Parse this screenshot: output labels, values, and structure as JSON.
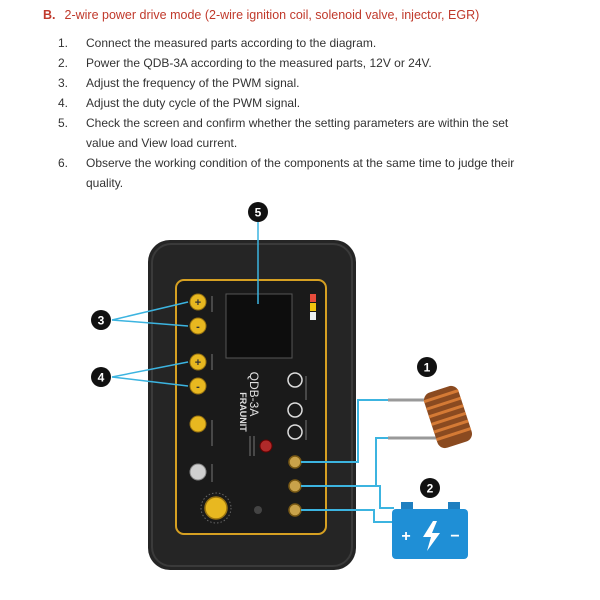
{
  "heading": {
    "letter": "B.",
    "title": "2-wire power drive mode (2-wire ignition coil, solenoid valve, injector, EGR)"
  },
  "steps": [
    {
      "num": "1.",
      "text": "Connect the measured parts according to the diagram."
    },
    {
      "num": "2.",
      "text": "Power the QDB-3A according to the measured parts, 12V or 24V."
    },
    {
      "num": "3.",
      "text": "Adjust the frequency of the PWM signal."
    },
    {
      "num": "4.",
      "text": "Adjust the duty cycle of the PWM signal."
    },
    {
      "num": "5.",
      "text": "Check the screen and confirm whether the setting parameters are within the set",
      "cont": "value and View load current."
    },
    {
      "num": "6.",
      "text": "Observe the working condition of the components at the same time to judge their",
      "cont": "quality."
    }
  ],
  "device": {
    "model": "QDB-3A",
    "brand": "FRAUNIT",
    "knob_labels": [
      "+",
      "-",
      "+",
      "-"
    ]
  },
  "callouts": [
    "5",
    "3",
    "4",
    "1",
    "2"
  ],
  "battery": {
    "plus": "+",
    "minus": "−"
  },
  "colors": {
    "heading": "#c0392b",
    "wire": "#3cb4e0",
    "device_body": "#252525",
    "panel_border": "#d6a022",
    "knob": "#e8b820"
  }
}
